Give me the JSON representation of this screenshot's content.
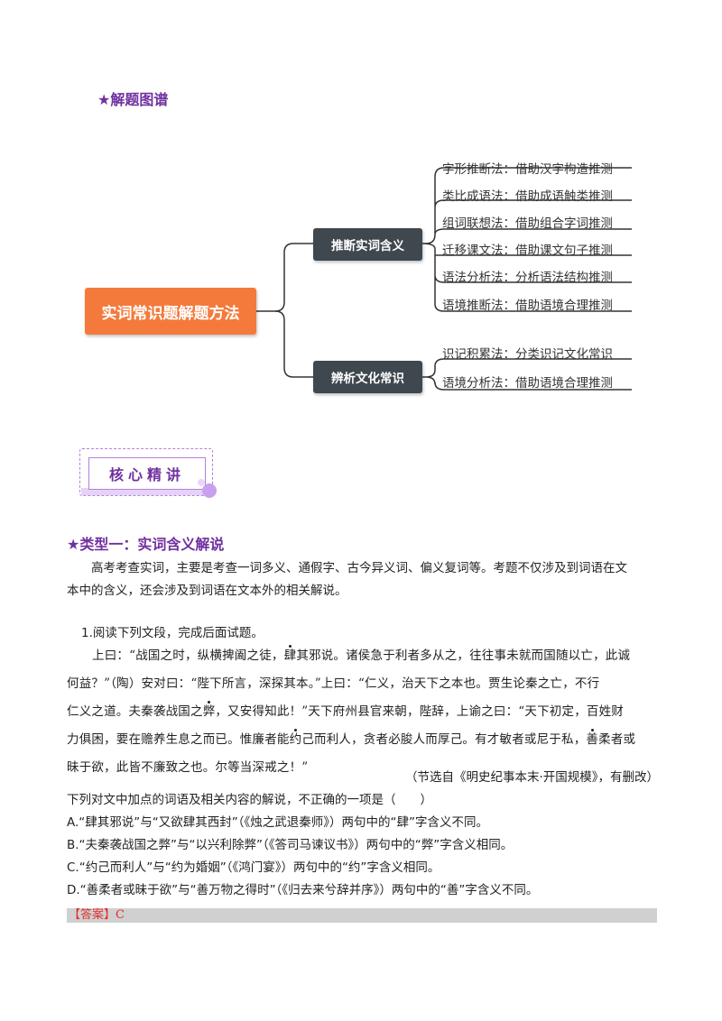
{
  "section1_title": "★解题图谱",
  "mindmap": {
    "root": "实词常识题解题方法",
    "branches": [
      {
        "label": "推断实词含义",
        "leaves": [
          "字形推断法：借助汉字构造推测",
          "类比成语法：借助成语触类推测",
          "组词联想法：借助组合字词推测",
          "迁移课文法：借助课文句子推测",
          "语法分析法：分析语法结构推测",
          "语境推断法：借助语境合理推测"
        ]
      },
      {
        "label": "辨析文化常识",
        "leaves": [
          "识记积累法：分类识记文化常识",
          "语境分析法：借助语境合理推测"
        ]
      }
    ]
  },
  "banner": "核心精讲",
  "type1_title": "★类型一：实词含义解说",
  "intro": [
    "高考考查实词，主要是考查一词多义、通假字、古今异义词、偏义复词等。考题不仅涉及到词语在文",
    "本中的含义，还会涉及到词语在文本外的相关解说。"
  ],
  "question_intro": "1.阅读下列文段，完成后面试题。",
  "passage": {
    "l1a": "上曰：“战国之时，纵横捭阖之徒，",
    "l1em": "肆",
    "l1b": "其邪说。诸侯急于利者多从之，往往事未就而国随以亡，此诚",
    "l2": "何益？”（陶）安对曰：“陛下所言，深探其本。”上曰：“仁义，治天下之本也。贾生论秦之亡，不行",
    "l3a": "仁义之道。夫秦袭战国之",
    "l3em": "弊",
    "l3b": "，又安得知此！”天下府州县官来朝，陛辞，上谕之曰：“天下初定，百姓财",
    "l4a": "力俱困，要在赡养生息之而已。惟廉者能",
    "l4em": "约",
    "l4b": "己而利人，贪者必朘人而厚己。有才敏者或尼于私，",
    "l4em2": "善",
    "l4c": "柔者或",
    "l5": "昧于欲，此皆不廉致之也。尔等当深戒之！”"
  },
  "source": "（节选自《明史纪事本末·开国规模》，有删改）",
  "question": "下列对文中加点的词语及相关内容的解说，不正确的一项是（　　）",
  "options": [
    "A.“肆其邪说”与“又欲肆其西封”（《烛之武退秦师》）两句中的“肆”字含义不同。",
    "B.“夫秦袭战国之弊”与“以兴利除弊”（《答司马谏议书》）两句中的“弊”字含义相同。",
    "C.“约己而利人”与“约为婚姻”（《鸿门宴》）两句中的“约”字含义相同。",
    "D.“善柔者或昧于欲”与“善万物之得时”（《归去来兮辞并序》）两句中的“善”字含义不同。"
  ],
  "answer": "【答案】C",
  "colors": {
    "accent_purple": "#7030a0",
    "root_orange": "#f47a3c",
    "branch_dark": "#3f474f",
    "answer_red": "#e03030"
  }
}
